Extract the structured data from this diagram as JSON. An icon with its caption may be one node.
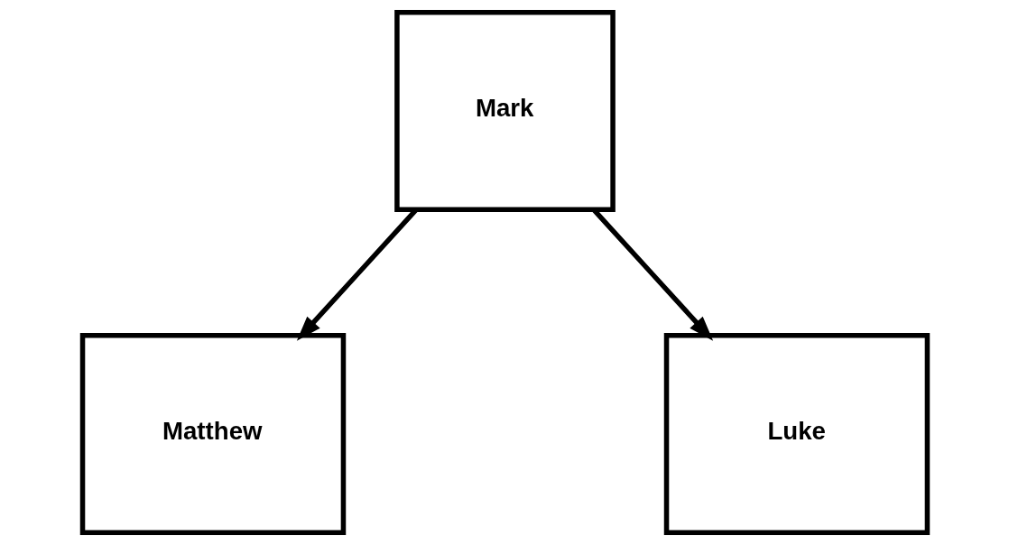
{
  "diagram": {
    "nodes": [
      {
        "text": [
          "Mark"
        ]
      },
      {
        "text": [
          "Matthew"
        ]
      },
      {
        "text": [
          "Luke"
        ]
      }
    ],
    "edges": [
      {
        "from": 0,
        "to": 1,
        "arrow": "to"
      },
      {
        "from": 0,
        "to": 2,
        "arrow": "to"
      }
    ]
  }
}
